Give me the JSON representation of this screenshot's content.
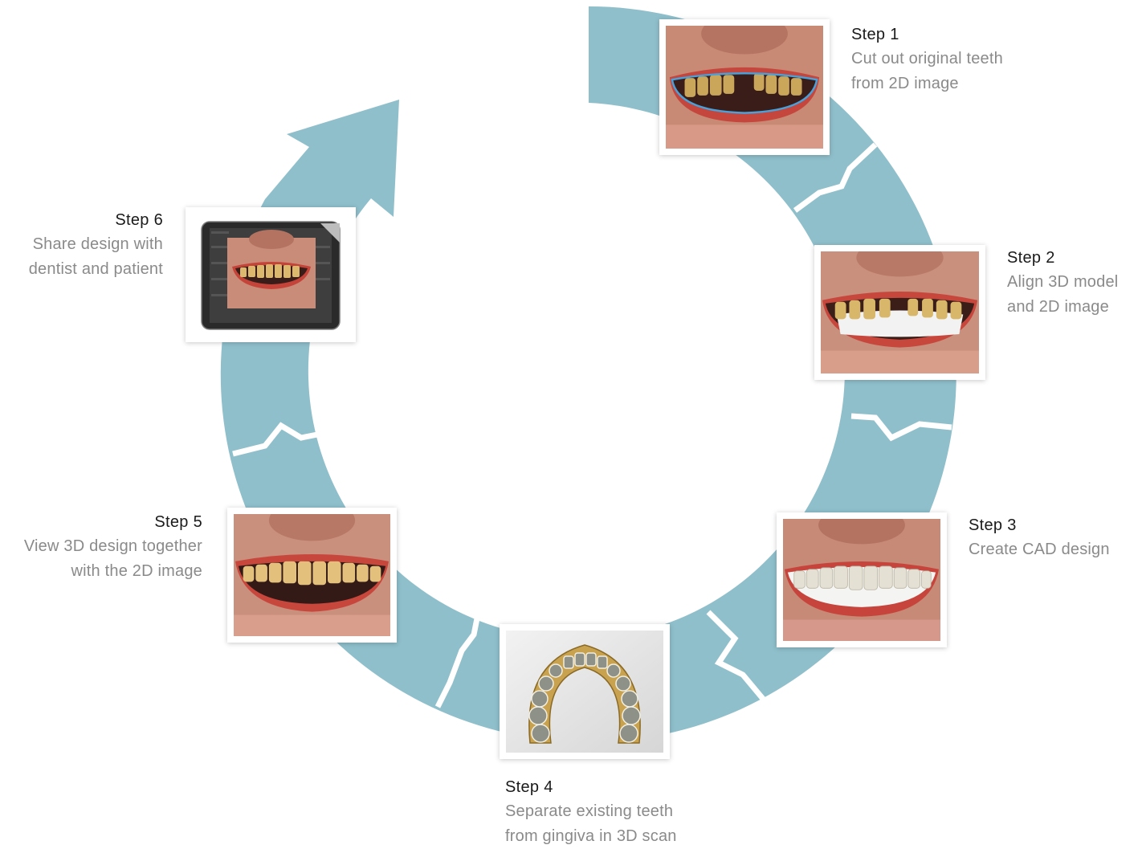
{
  "colors": {
    "ring": "#8fbfcb",
    "title_text": "#1a1a1a",
    "desc_text": "#8a8a8a"
  },
  "steps": [
    {
      "title": "Step 1",
      "desc": "Cut out original teeth\nfrom 2D image",
      "image": "smile-outline-photo"
    },
    {
      "title": "Step 2",
      "desc": "Align 3D model\nand 2D image",
      "image": "smile-3d-overlay-photo"
    },
    {
      "title": "Step 3",
      "desc": "Create CAD design",
      "image": "smile-cad-design-photo"
    },
    {
      "title": "Step 4",
      "desc": "Separate existing teeth\nfrom gingiva in 3D scan",
      "image": "dental-arch-scan"
    },
    {
      "title": "Step 5",
      "desc": "View 3D design together\nwith the 2D image",
      "image": "smile-final-photo"
    },
    {
      "title": "Step 6",
      "desc": "Share  design with\ndentist and patient",
      "image": "tablet-photo"
    }
  ]
}
